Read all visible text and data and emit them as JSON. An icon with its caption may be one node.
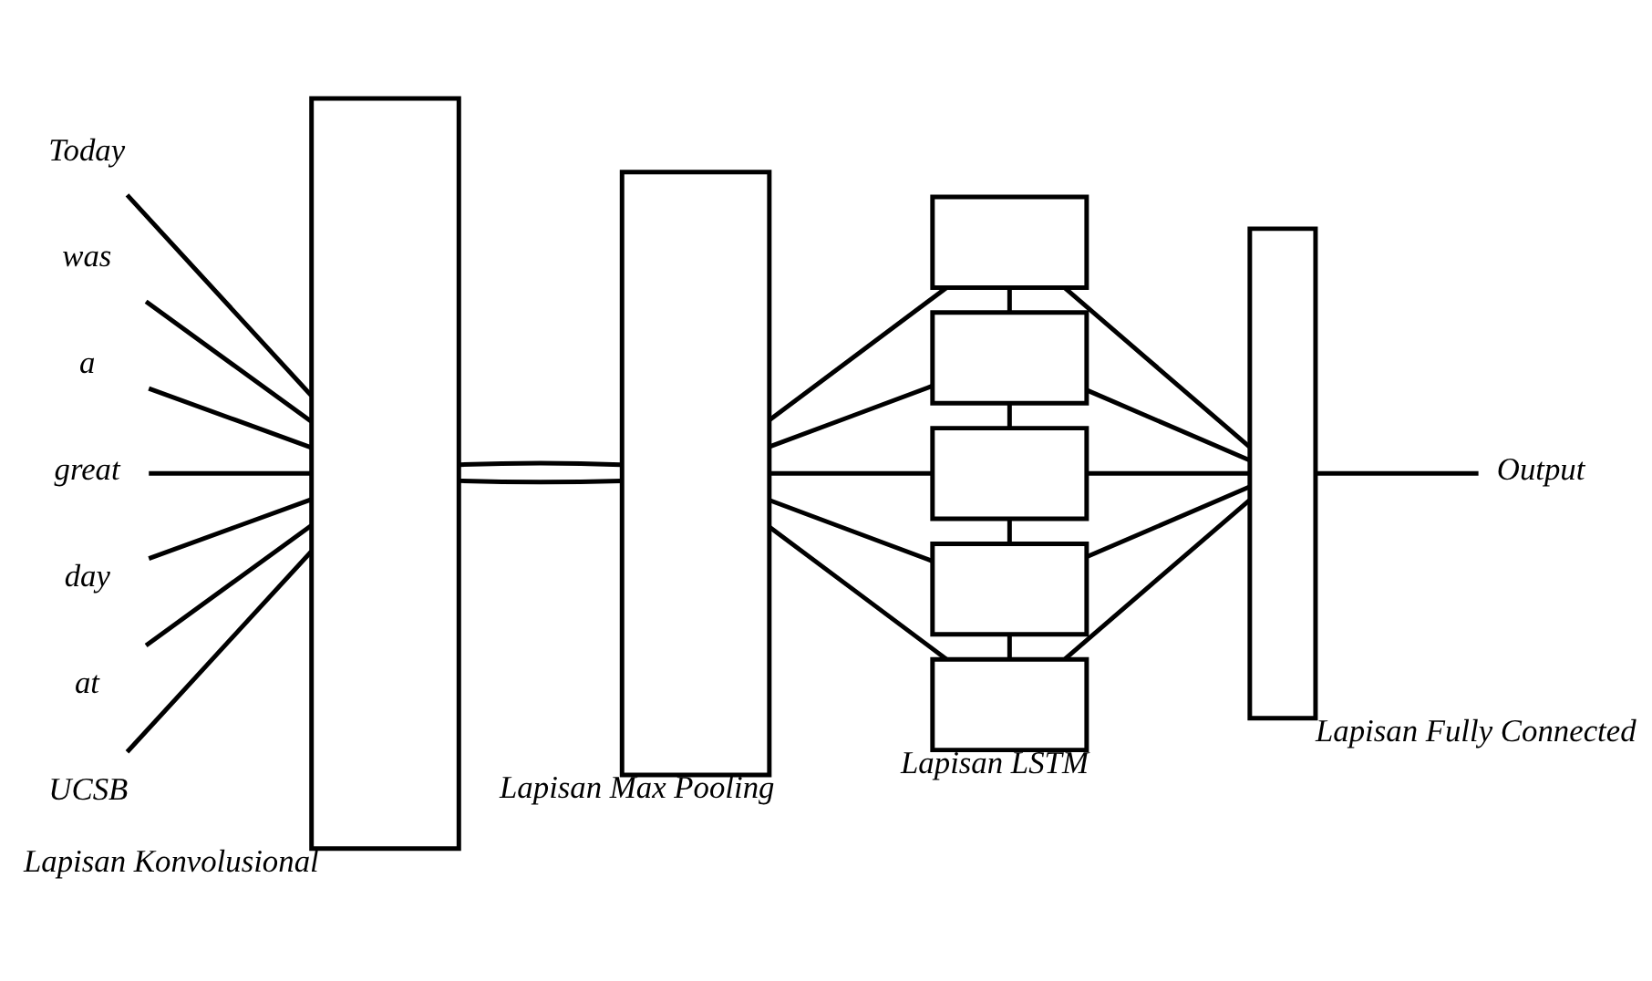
{
  "diagram": {
    "nodes": [
      {
        "text": [
          "Today"
        ]
      },
      {
        "text": [
          "was"
        ]
      },
      {
        "text": [
          "a"
        ]
      },
      {
        "text": [
          "great"
        ]
      },
      {
        "text": [
          "day"
        ]
      },
      {
        "text": [
          "at"
        ]
      },
      {
        "text": [
          "UCSB"
        ]
      },
      {
        "text": [],
        "shape": "box",
        "beside": [
          "Lapisan Konvolusional"
        ]
      },
      {
        "text": [],
        "shape": "box",
        "beside": [
          "Lapisan Max Pooling"
        ]
      },
      {
        "text": [],
        "shape": "box"
      },
      {
        "text": [],
        "shape": "box"
      },
      {
        "text": [],
        "shape": "box"
      },
      {
        "text": [],
        "shape": "box"
      },
      {
        "text": [],
        "shape": "box",
        "beside": [
          "Lapisan LSTM"
        ]
      },
      {
        "text": [],
        "shape": "box",
        "beside": [
          "Lapisan Fully Connected"
        ]
      },
      {
        "text": [
          "Output"
        ]
      }
    ],
    "edges": [
      {
        "from": 0,
        "to": 7,
        "arrow": "none"
      },
      {
        "from": 1,
        "to": 7,
        "arrow": "none"
      },
      {
        "from": 2,
        "to": 7,
        "arrow": "none"
      },
      {
        "from": 3,
        "to": 7,
        "arrow": "none"
      },
      {
        "from": 4,
        "to": 7,
        "arrow": "none"
      },
      {
        "from": 5,
        "to": 7,
        "arrow": "none"
      },
      {
        "from": 6,
        "to": 7,
        "arrow": "none"
      },
      {
        "from": 7,
        "to": 8,
        "arrow": "none"
      },
      {
        "from": 7,
        "to": 8,
        "arrow": "none"
      },
      {
        "from": 8,
        "to": 9,
        "arrow": "none"
      },
      {
        "from": 8,
        "to": 10,
        "arrow": "none"
      },
      {
        "from": 8,
        "to": 11,
        "arrow": "none"
      },
      {
        "from": 8,
        "to": 12,
        "arrow": "none"
      },
      {
        "from": 8,
        "to": 13,
        "arrow": "none"
      },
      {
        "from": 9,
        "to": 10,
        "arrow": "none"
      },
      {
        "from": 10,
        "to": 11,
        "arrow": "none"
      },
      {
        "from": 11,
        "to": 12,
        "arrow": "none"
      },
      {
        "from": 12,
        "to": 13,
        "arrow": "none"
      },
      {
        "from": 9,
        "to": 14,
        "arrow": "none"
      },
      {
        "from": 10,
        "to": 14,
        "arrow": "none"
      },
      {
        "from": 11,
        "to": 14,
        "arrow": "none"
      },
      {
        "from": 12,
        "to": 14,
        "arrow": "none"
      },
      {
        "from": 13,
        "to": 14,
        "arrow": "none"
      },
      {
        "from": 14,
        "to": 15,
        "arrow": "none"
      }
    ]
  }
}
